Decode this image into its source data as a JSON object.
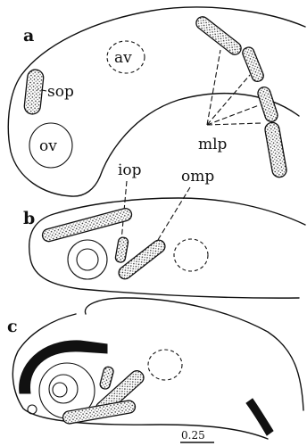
{
  "panels": {
    "a": "a",
    "b": "b",
    "c": "c"
  },
  "labels": {
    "av": "av",
    "sop": "sop",
    "ov": "ov",
    "mlp": "mlp",
    "iop": "iop",
    "omp": "omp"
  },
  "scale_bar": {
    "label": "0.25"
  },
  "colors": {
    "ink": "#111111",
    "background": "#ffffff"
  }
}
